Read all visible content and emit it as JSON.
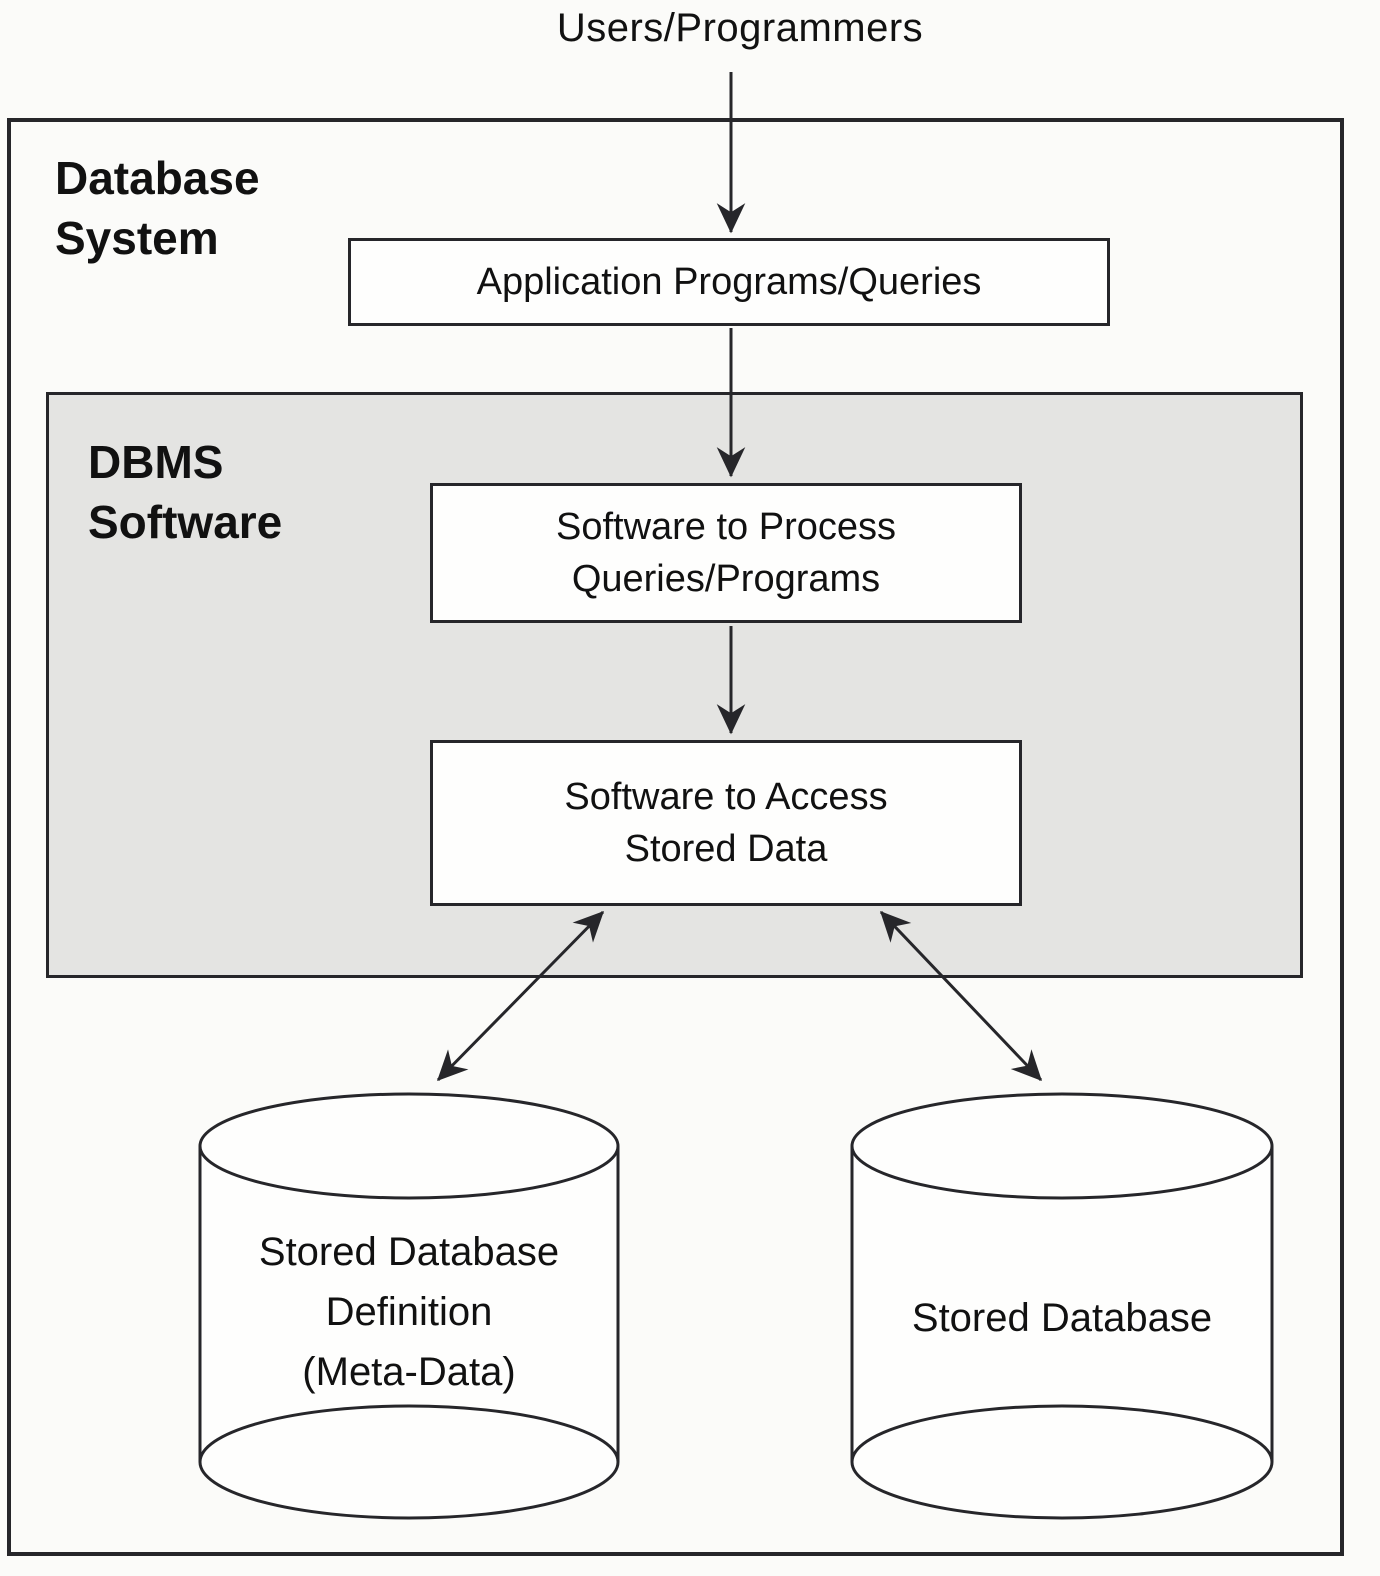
{
  "colors": {
    "background": "#fbfbf9",
    "line": "#26262a",
    "dbms_fill": "#e4e4e2",
    "box_fill": "#fefefd"
  },
  "diagram": {
    "top_label": "Users/Programmers",
    "database_system": {
      "label_lines": [
        "Database",
        "System"
      ]
    },
    "application_box": {
      "label": "Application Programs/Queries"
    },
    "dbms_software": {
      "label_lines": [
        "DBMS",
        "Software"
      ]
    },
    "process_box": {
      "label_lines": [
        "Software to Process",
        "Queries/Programs"
      ]
    },
    "access_box": {
      "label_lines": [
        "Software to Access",
        "Stored Data"
      ]
    },
    "metadata_cylinder": {
      "label_lines": [
        "Stored Database",
        "Definition",
        "(Meta-Data)"
      ]
    },
    "stored_database_cylinder": {
      "label": "Stored Database"
    }
  }
}
